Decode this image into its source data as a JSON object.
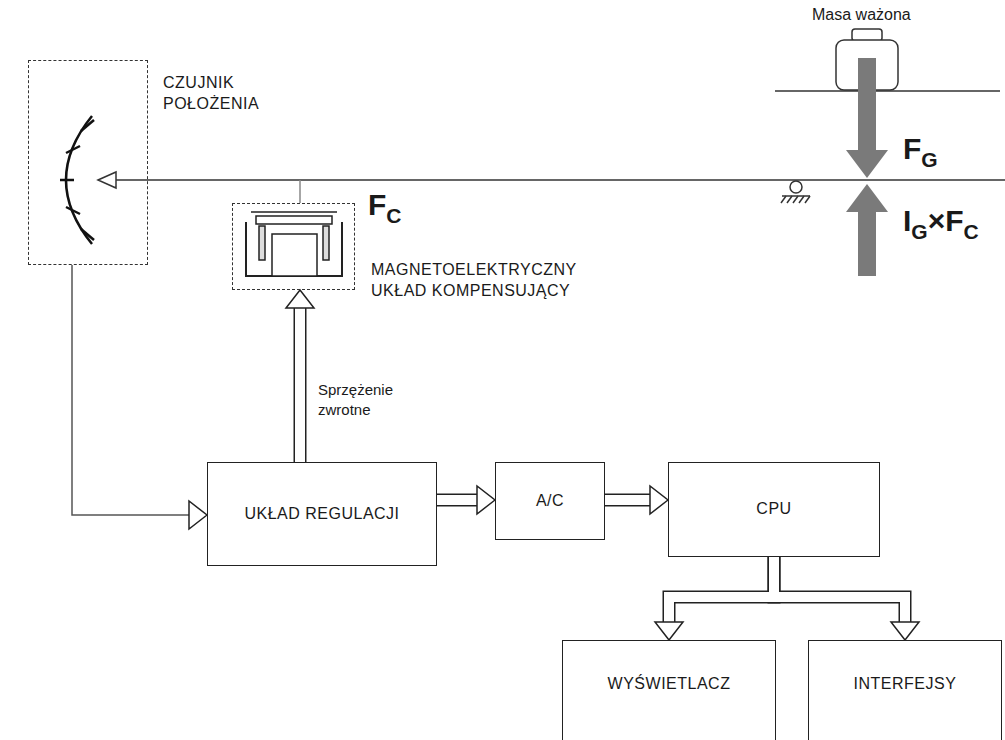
{
  "diagram": {
    "nodes": [
      {
        "text": [
          "CZUJNIK POŁOŻENIA"
        ]
      },
      {
        "text": [
          "MAGNETOELEKTRYCZNY UKŁAD KOMPENSUJĄCY"
        ]
      },
      {
        "text": [
          "UKŁAD REGULACJI"
        ]
      },
      {
        "text": [
          "A/C"
        ]
      },
      {
        "text": [
          "CPU"
        ]
      },
      {
        "text": [
          "WYŚWIETLACZ"
        ]
      },
      {
        "text": [
          "INTERFEJSY"
        ]
      }
    ],
    "edges": [
      {
        "from": 0,
        "to": 2,
        "arrow": "to"
      },
      {
        "from": 2,
        "to": 1,
        "label": "Sprzężenie zwrotne",
        "arrow": "to"
      },
      {
        "from": 2,
        "to": 3,
        "arrow": "to"
      },
      {
        "from": 3,
        "to": 4,
        "arrow": "to"
      },
      {
        "from": 4,
        "to": 5,
        "arrow": "to"
      },
      {
        "from": 4,
        "to": 6,
        "arrow": "to"
      }
    ],
    "labels": [
      "Masa ważona",
      "F",
      "C",
      "F",
      "G",
      "I",
      "G",
      "×",
      "F",
      "C"
    ]
  }
}
